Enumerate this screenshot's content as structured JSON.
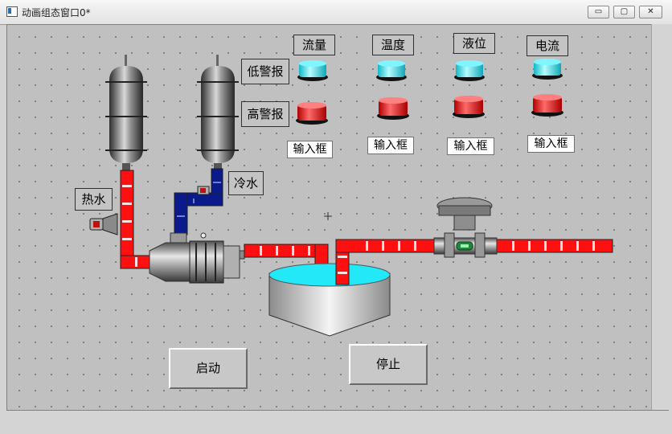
{
  "window": {
    "title": "动画组态窗口0*"
  },
  "window_controls": {
    "minimize": "▭",
    "maximize": "▢",
    "close": "✕"
  },
  "parameters": [
    {
      "label": "流量",
      "input": "输入框"
    },
    {
      "label": "温度",
      "input": "输入框"
    },
    {
      "label": "液位",
      "input": "输入框"
    },
    {
      "label": "电流",
      "input": "输入框"
    }
  ],
  "alarms": {
    "low": "低警报",
    "high": "高警报"
  },
  "pipes": {
    "hot": "热水",
    "cold": "冷水"
  },
  "buttons": {
    "start": "启动",
    "stop": "停止"
  },
  "colors": {
    "low_alarm_lamp": "#22e0f0",
    "high_alarm_lamp": "#ff1010",
    "hot_pipe": "#ff1010",
    "cold_pipe": "#0a1a8a",
    "pool_water": "#22e8f8"
  }
}
